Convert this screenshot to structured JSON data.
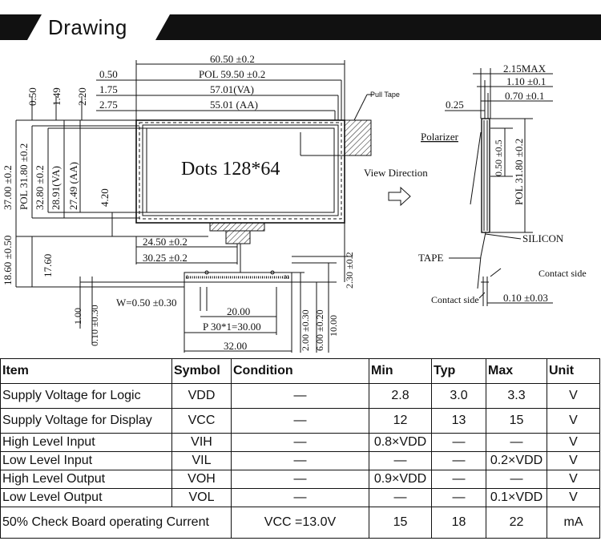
{
  "header": {
    "title": "Drawing"
  },
  "drawing": {
    "dim_top": {
      "overall_width": "60.50 ±0.2",
      "pol_width": "POL 59.50 ±0.2",
      "va_width": "57.01(VA)",
      "aa_width": "55.01 (AA)",
      "margin_050": "0.50",
      "margin_175": "1.75",
      "margin_275": "2.75"
    },
    "dim_left": {
      "v050": "0.50",
      "v149": "1.49",
      "v220": "2.20",
      "overall_height": "37.00 ±0.2",
      "pol_height": "POL 31.80 ±0.2",
      "h3280": "32.80 ±0.2",
      "va_height": "28.91(VA)",
      "aa_height": "27.49 (AA)",
      "h420": "4.20",
      "h1860": "18.60 ±0.50",
      "h1760": "17.60"
    },
    "panel": {
      "dots": "Dots 128*64"
    },
    "fpc": {
      "w2450": "24.50 ±0.2",
      "w3025": "30.25 ±0.2",
      "pin_first": "1",
      "pin_last": "31",
      "pad_width": "W=0.50 ±0.30",
      "span20": "20.00",
      "pitch": "P 30*1=30.00",
      "width32": "32.00",
      "t100": "1.00",
      "t010": "0.10 ±0.30",
      "t230": "2.30 ±0.2",
      "t200": "2.00 ±0.30",
      "t600": "6.00 ±0.20",
      "t1000": "10.00"
    },
    "pull_tape": "Pull Tape",
    "view_direction": "View Direction",
    "side": {
      "max_thickness": "2.15MAX",
      "t110": "1.10 ±0.1",
      "t070": "0.70 ±0.1",
      "t025": "0.25",
      "polarizer": "Polarizer",
      "t050": "0.50 ±0.5",
      "pol_height": "POL 31.80 ±0.2",
      "silicon": "SILICON",
      "tape": "TAPE",
      "contact_side_a": "Contact side",
      "contact_side_b": "Contact side",
      "t010": "0.10 ±0.03"
    }
  },
  "table": {
    "headers": [
      "Item",
      "Symbol",
      "Condition",
      "Min",
      "Typ",
      "Max",
      "Unit"
    ],
    "rows": [
      [
        "Supply Voltage for Logic",
        "VDD",
        "—",
        "2.8",
        "3.0",
        "3.3",
        "V"
      ],
      [
        "Supply Voltage for Display",
        "VCC",
        "—",
        "12",
        "13",
        "15",
        "V"
      ],
      [
        "High Level Input",
        "VIH",
        "—",
        "0.8×VDD",
        "—",
        "—",
        "V"
      ],
      [
        "Low Level Input",
        "VIL",
        "—",
        "—",
        "—",
        "0.2×VDD",
        "V"
      ],
      [
        "High Level Output",
        "VOH",
        "—",
        "0.9×VDD",
        "—",
        "—",
        "V"
      ],
      [
        "Low Level Output",
        "VOL",
        "—",
        "—",
        "—",
        "0.1×VDD",
        "V"
      ],
      [
        "50% Check Board operating Current",
        "",
        "VCC =13.0V",
        "15",
        "18",
        "22",
        "mA"
      ]
    ]
  }
}
